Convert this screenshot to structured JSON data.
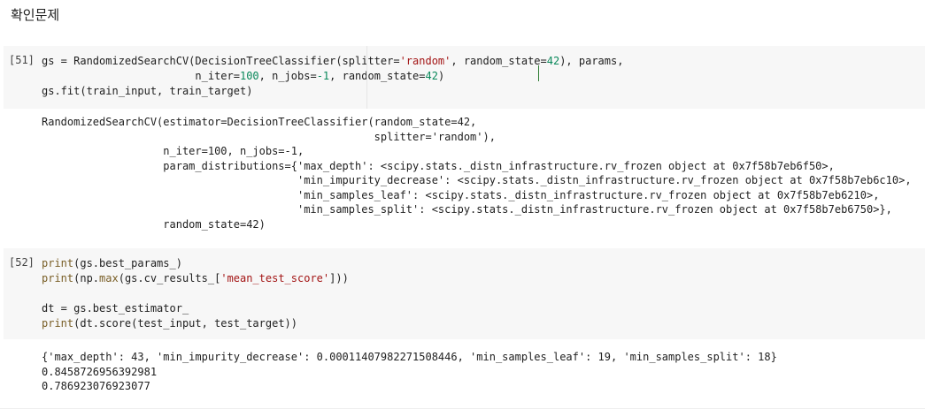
{
  "heading": "확인문제",
  "cells": [
    {
      "prompt": "[51]",
      "code": [
        [
          {
            "t": "gs = RandomizedSearchCV(DecisionTreeClassifier(splitter=",
            "c": ""
          },
          {
            "t": "'random'",
            "c": "kw-str"
          },
          {
            "t": ", random_state=",
            "c": ""
          },
          {
            "t": "42",
            "c": "kw-num"
          },
          {
            "t": "), params,",
            "c": ""
          }
        ],
        [
          {
            "t": "                        n_iter=",
            "c": ""
          },
          {
            "t": "100",
            "c": "kw-num"
          },
          {
            "t": ", n_jobs=",
            "c": ""
          },
          {
            "t": "-1",
            "c": "kw-num"
          },
          {
            "t": ", random_state=",
            "c": ""
          },
          {
            "t": "42",
            "c": "kw-num"
          },
          {
            "t": ")",
            "c": ""
          }
        ],
        [
          {
            "t": "gs.fit(train_input, train_target)",
            "c": ""
          }
        ]
      ],
      "output": [
        "RandomizedSearchCV(estimator=DecisionTreeClassifier(random_state=42,",
        "                                                    splitter='random'),",
        "                   n_iter=100, n_jobs=-1,",
        "                   param_distributions={'max_depth': <scipy.stats._distn_infrastructure.rv_frozen object at 0x7f58b7eb6f50>,",
        "                                        'min_impurity_decrease': <scipy.stats._distn_infrastructure.rv_frozen object at 0x7f58b7eb6c10>,",
        "                                        'min_samples_leaf': <scipy.stats._distn_infrastructure.rv_frozen object at 0x7f58b7eb6210>,",
        "                                        'min_samples_split': <scipy.stats._distn_infrastructure.rv_frozen object at 0x7f58b7eb6750>},",
        "                   random_state=42)"
      ]
    },
    {
      "prompt": "[52]",
      "code": [
        [
          {
            "t": "print",
            "c": "kw-fn"
          },
          {
            "t": "(gs.best_params_)",
            "c": ""
          }
        ],
        [
          {
            "t": "print",
            "c": "kw-fn"
          },
          {
            "t": "(np.",
            "c": ""
          },
          {
            "t": "max",
            "c": "kw-fn"
          },
          {
            "t": "(gs.cv_results_[",
            "c": ""
          },
          {
            "t": "'mean_test_score'",
            "c": "kw-str"
          },
          {
            "t": "]))",
            "c": ""
          }
        ],
        [
          {
            "t": "",
            "c": ""
          }
        ],
        [
          {
            "t": "dt = gs.best_estimator_",
            "c": ""
          }
        ],
        [
          {
            "t": "print",
            "c": "kw-fn"
          },
          {
            "t": "(dt.score(test_input, test_target))",
            "c": ""
          }
        ]
      ],
      "output": [
        "{'max_depth': 43, 'min_impurity_decrease': 0.00011407982271508446, 'min_samples_leaf': 19, 'min_samples_split': 18}",
        "0.8458726956392981",
        "0.786923076923077"
      ]
    }
  ],
  "colors": {
    "string": "#a31515",
    "number": "#09885a",
    "function": "#795e26",
    "cell_background": "#f7f7f7"
  }
}
